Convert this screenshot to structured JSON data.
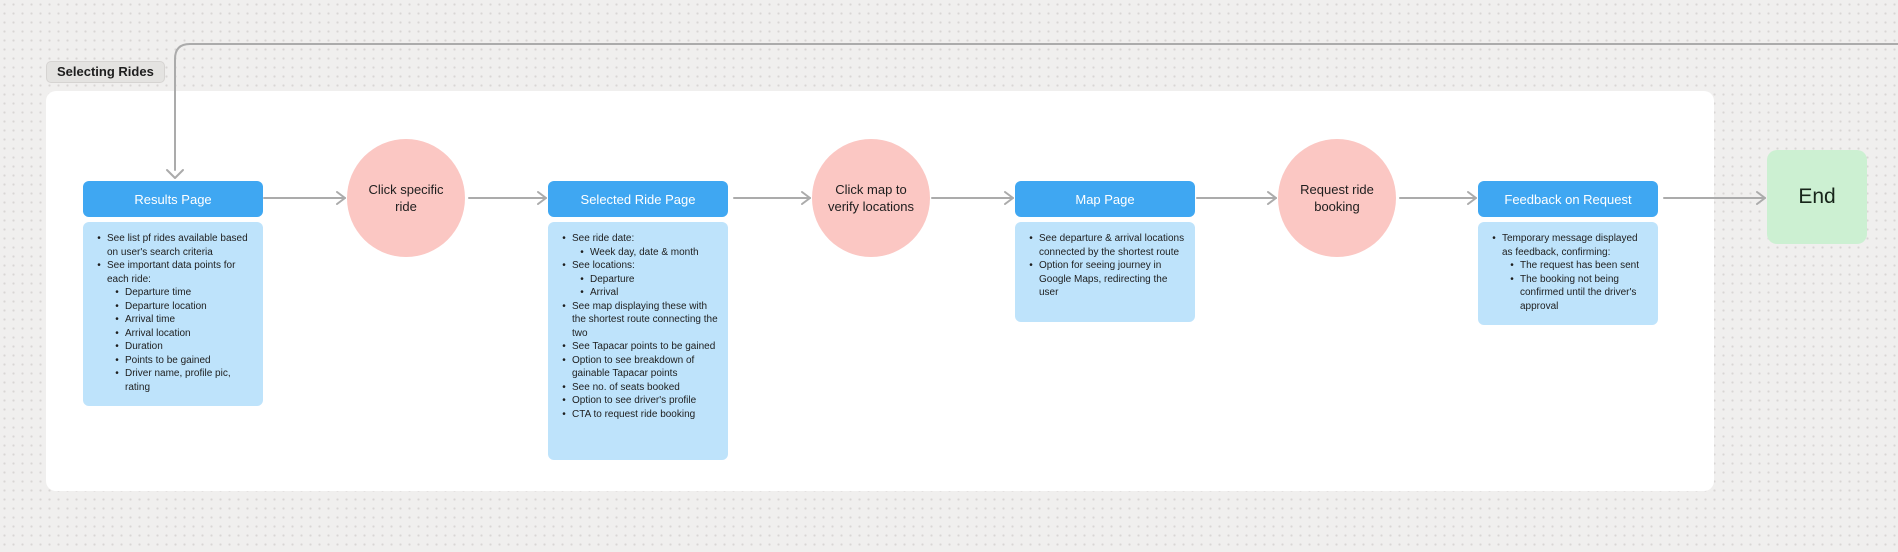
{
  "section": {
    "label": "Selecting Rides"
  },
  "nodes": {
    "results": {
      "title": "Results Page",
      "notes": [
        {
          "level": 0,
          "text": "See list pf rides available based on user's search criteria"
        },
        {
          "level": 0,
          "text": "See important data points for each ride:"
        },
        {
          "level": 1,
          "text": "Departure time"
        },
        {
          "level": 1,
          "text": "Departure location"
        },
        {
          "level": 1,
          "text": "Arrival time"
        },
        {
          "level": 1,
          "text": "Arrival location"
        },
        {
          "level": 1,
          "text": "Duration"
        },
        {
          "level": 1,
          "text": "Points to be gained"
        },
        {
          "level": 1,
          "text": "Driver name, profile pic, rating"
        }
      ]
    },
    "click_ride": {
      "label": "Click specific ride"
    },
    "selected": {
      "title": "Selected Ride Page",
      "notes": [
        {
          "level": 0,
          "text": "See ride date:"
        },
        {
          "level": 1,
          "text": "Week day, date & month"
        },
        {
          "level": 0,
          "text": "See locations:"
        },
        {
          "level": 1,
          "text": "Departure"
        },
        {
          "level": 1,
          "text": "Arrival"
        },
        {
          "level": 0,
          "text": "See map displaying these with the shortest route connecting the two"
        },
        {
          "level": 0,
          "text": "See Tapacar points to be gained"
        },
        {
          "level": 0,
          "text": "Option to see breakdown of gainable Tapacar points"
        },
        {
          "level": 0,
          "text": "See no. of seats booked"
        },
        {
          "level": 0,
          "text": "Option to see driver's profile"
        },
        {
          "level": 0,
          "text": "CTA to request ride booking"
        }
      ]
    },
    "click_map": {
      "label": "Click map to verify locations"
    },
    "map": {
      "title": "Map Page",
      "notes": [
        {
          "level": 0,
          "text": "See departure & arrival locations connected by the shortest route"
        },
        {
          "level": 0,
          "text": "Option for seeing journey in Google Maps, redirecting the user"
        }
      ]
    },
    "request_booking": {
      "label": "Request ride booking"
    },
    "feedback": {
      "title": "Feedback on Request",
      "notes": [
        {
          "level": 0,
          "text": "Temporary message displayed as feedback, confirming:"
        },
        {
          "level": 1,
          "text": "The request has been sent"
        },
        {
          "level": 1,
          "text": "The booking not being confirmed until the driver's approval"
        }
      ]
    },
    "end": {
      "label": "End"
    }
  },
  "colors": {
    "page_header": "#3FA7F2",
    "page_note": "#BEE3FB",
    "action_circle": "#FBC7C3",
    "end_fill": "#CCF0D2",
    "connector": "#ABABAB",
    "background": "#F0EFEE",
    "text": "#1E1E1E"
  }
}
